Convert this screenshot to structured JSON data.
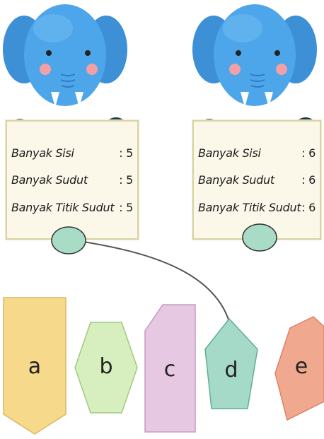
{
  "cards": [
    {
      "rows": [
        {
          "label": "Banyak Sisi",
          "value": ": 5"
        },
        {
          "label": "Banyak Sudut",
          "value": ": 5"
        },
        {
          "label": "Banyak Titik Sudut",
          "value": ": 5"
        }
      ]
    },
    {
      "rows": [
        {
          "label": "Banyak Sisi",
          "value": ": 6"
        },
        {
          "label": "Banyak Sudut",
          "value": ": 6"
        },
        {
          "label": "Banyak Titik Sudut",
          "value": ": 6"
        }
      ]
    }
  ],
  "shapes": [
    {
      "label": "a",
      "color": "#f7d98b"
    },
    {
      "label": "b",
      "color": "#d7efbf"
    },
    {
      "label": "c",
      "color": "#e6c8e2"
    },
    {
      "label": "d",
      "color": "#a6dac8"
    },
    {
      "label": "e",
      "color": "#f0a98f"
    }
  ],
  "connector_color": "#a8dcc6"
}
